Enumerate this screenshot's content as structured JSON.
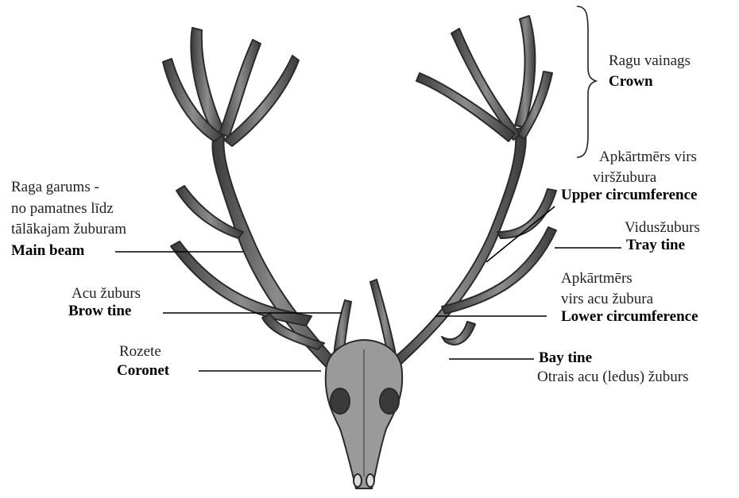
{
  "labels": {
    "crown_lv": "Ragu vainags",
    "crown_en": "Crown",
    "upper_lv_1": "Apkārtmērs virs",
    "upper_lv_2": "viršžubura",
    "upper_en": "Upper circumference",
    "length_lv_1": "Raga garums -",
    "length_lv_2": "no pamatnes līdz",
    "length_lv_3": "tālākajam žuburam",
    "main_beam_en": "Main beam",
    "tray_lv": "Vidusžuburs",
    "tray_en": "Tray tine",
    "lower_lv_1": "Apkārtmērs",
    "lower_lv_2": "virs acu žubura",
    "lower_en": "Lower circumference",
    "brow_lv": "Acu žuburs",
    "brow_en": "Brow tine",
    "coronet_lv": "Rozete",
    "coronet_en": "Coronet",
    "bay_en": "Bay tine",
    "bay_lv": "Otrais acu (ledus) žuburs"
  },
  "colors": {
    "antler_fill": "#7a7a7a",
    "antler_shade": "#3c3c3c",
    "skull_fill": "#9a9a9a",
    "leader_line": "#000000"
  }
}
